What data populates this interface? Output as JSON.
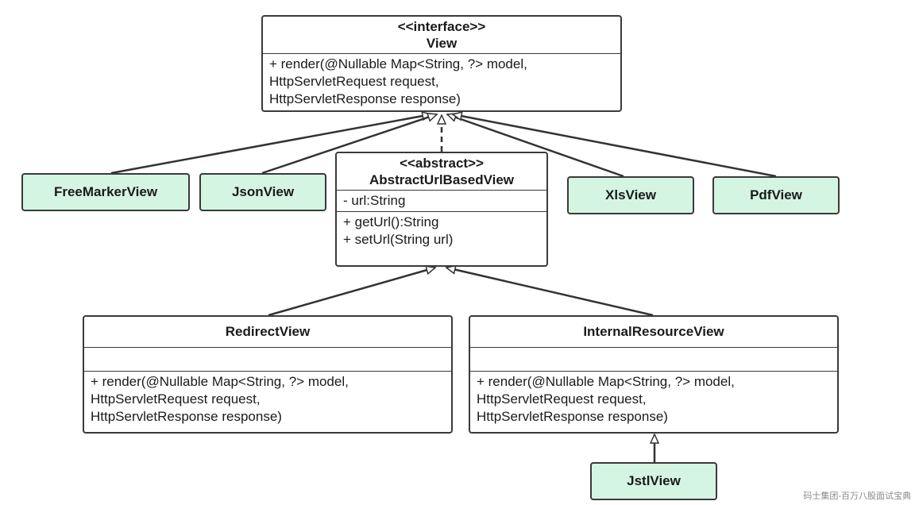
{
  "view": {
    "stereotype": "<<interface>>",
    "name": "View",
    "operations": [
      "+ render(@Nullable Map<String, ?> model,",
      "HttpServletRequest request,",
      "HttpServletResponse response)"
    ]
  },
  "abstract_url_based_view": {
    "stereotype": "<<abstract>>",
    "name": "AbstractUrlBasedView",
    "attributes": [
      "- url:String"
    ],
    "operations": [
      "+ getUrl():String",
      "+ setUrl(String url)"
    ]
  },
  "leaves": {
    "freemarker": "FreeMarkerView",
    "json": "JsonView",
    "xls": "XlsView",
    "pdf": "PdfView",
    "jstl": "JstlView"
  },
  "redirect_view": {
    "name": "RedirectView",
    "operations": [
      "+ render(@Nullable Map<String, ?> model,",
      "HttpServletRequest request,",
      "HttpServletResponse response)"
    ]
  },
  "internal_resource_view": {
    "name": "InternalResourceView",
    "operations": [
      "+ render(@Nullable Map<String, ?> model,",
      "HttpServletRequest request,",
      "HttpServletResponse response)"
    ]
  },
  "watermark": "码士集团-百万八股面试宝典",
  "colors": {
    "leaf_fill": "#d5f5e3",
    "border": "#3a3a3a",
    "edge": "#333333"
  }
}
